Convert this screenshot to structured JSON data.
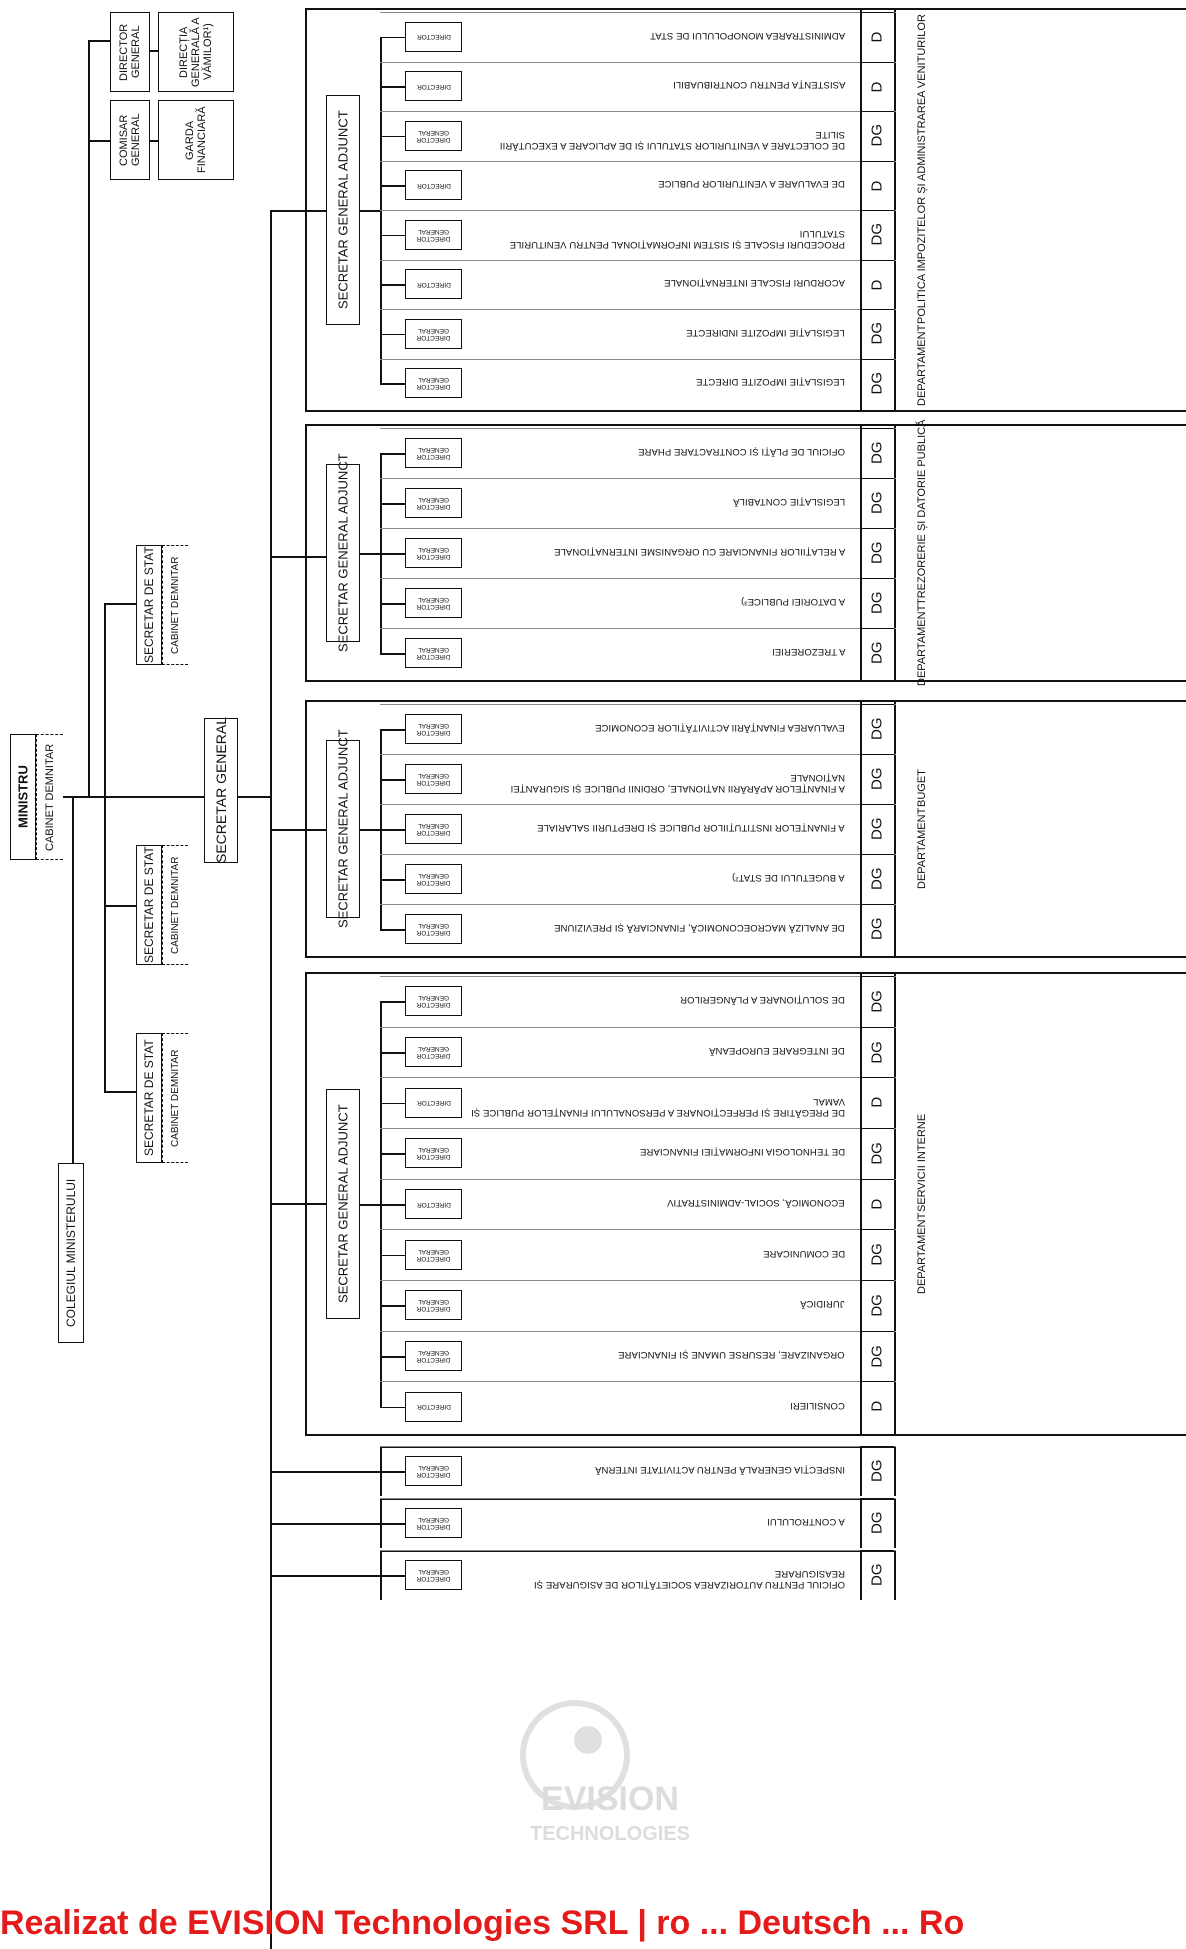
{
  "top": {
    "minister": "MINISTRU",
    "minister_cabinet": "CABINET DEMNITAR",
    "college": "COLEGIUL MINISTERULUI",
    "secretary_general": "SECRETAR GENERAL",
    "state_secretary": "SECRETAR DE STAT",
    "state_secretary_cabinet": "CABINET DEMNITAR",
    "commissioner_general": "COMISAR GENERAL",
    "financial_guard": "GARDA FINANCIARĂ",
    "director_general": "DIRECTOR GENERAL",
    "customs": "DIRECȚIA GENERALĂ A VĂMILOR¹)",
    "deputy_secretary_general": "SECRETAR GENERAL ADJUNCT",
    "department_word": "DEPARTAMENT"
  },
  "director_labels": {
    "D": "DIRECTOR",
    "DG": "DIRECTOR GENERAL"
  },
  "departments": [
    {
      "name": "POLITICA IMPOZITELOR ȘI ADMINISTRAREA VENITURILOR",
      "units": [
        {
          "code": "D",
          "label": "ADMINISTRAREA MONOPOLULUI DE STAT"
        },
        {
          "code": "D",
          "label": "ASISTENȚA PENTRU CONTRIBUABILI"
        },
        {
          "code": "DG",
          "label": "DE COLECTARE A VENITURILOR STATULUI ȘI DE APLICARE A EXECUTĂRII SILITE"
        },
        {
          "code": "D",
          "label": "DE EVALUARE A VENITURILOR PUBLICE"
        },
        {
          "code": "DG",
          "label": "PROCEDURI FISCALE ȘI SISTEM INFORMAȚIONAL PENTRU VENITURILE STATULUI"
        },
        {
          "code": "D",
          "label": "ACORDURI FISCALE INTERNAȚIONALE"
        },
        {
          "code": "DG",
          "label": "LEGISLAȚIE IMPOZITE INDIRECTE"
        },
        {
          "code": "DG",
          "label": "LEGISLAȚIE IMPOZITE DIRECTE"
        }
      ]
    },
    {
      "name": "TREZORERIE ȘI DATORIE PUBLICĂ",
      "units": [
        {
          "code": "DG",
          "label": "OFICIUL DE PLĂȚI ȘI CONTRACTARE PHARE"
        },
        {
          "code": "DG",
          "label": "LEGISLAȚIE CONTABILĂ"
        },
        {
          "code": "DG",
          "label": "A RELAȚIILOR FINANCIARE CU ORGANISME INTERNAȚIONALE"
        },
        {
          "code": "DG",
          "label": "A DATORIEI PUBLICE³)"
        },
        {
          "code": "DG",
          "label": "A TREZORERIEI"
        }
      ]
    },
    {
      "name": "BUGET",
      "units": [
        {
          "code": "DG",
          "label": "EVALUAREA FINANȚĂRII ACTIVITĂȚILOR ECONOMICE"
        },
        {
          "code": "DG",
          "label": "A FINANȚELOR APĂRĂRII NAȚIONALE, ORDINII PUBLICE ȘI SIGURANȚEI NAȚIONALE"
        },
        {
          "code": "DG",
          "label": "A FINANȚELOR INSTITUȚIILOR PUBLICE ȘI DREPTURII SALARIALE"
        },
        {
          "code": "DG",
          "label": "A BUGETULUI DE STAT²)"
        },
        {
          "code": "DG",
          "label": "DE ANALIZĂ MACROECONOMICĂ, FINANCIARĂ ȘI PREVIZIUNE"
        }
      ]
    },
    {
      "name": "SERVICII INTERNE",
      "units": [
        {
          "code": "DG",
          "label": "DE SOLUȚIONARE A PLÂNGERILOR"
        },
        {
          "code": "DG",
          "label": "DE INTEGRARE EUROPEANĂ"
        },
        {
          "code": "D",
          "label": "DE PREGĂTIRE ȘI PERFECȚIONARE A PERSONALULUI FINANȚELOR PUBLICE ȘI VAMAL"
        },
        {
          "code": "DG",
          "label": "DE TEHNOLOGIA INFORMAȚIEI FINANCIARE"
        },
        {
          "code": "D",
          "label": "ECONOMICĂ, SOCIAL-ADMINISTRATIV"
        },
        {
          "code": "DG",
          "label": "DE COMUNICARE"
        },
        {
          "code": "DG",
          "label": "JURIDICĂ"
        },
        {
          "code": "DG",
          "label": "ORGANIZARE, RESURSE UMANE ȘI FINANCIARE"
        },
        {
          "code": "D",
          "label": "CONSILIERI"
        }
      ]
    }
  ],
  "standalone_units": [
    {
      "code": "DG",
      "label": "INSPECȚIA GENERALĂ PENTRU ACTIVITATE INTERNĂ"
    },
    {
      "code": "DG",
      "label": "A CONTROLULUI"
    },
    {
      "code": "DG",
      "label": "OFICIUL PENTRU AUTORIZAREA SOCIETĂȚILOR DE ASIGURARE ȘI REASIGURARE"
    }
  ],
  "watermark": {
    "line1": "EVISION",
    "line2": "TECHNOLOGIES"
  },
  "footer": "Realizat de EVISION Technologies SRL | ro ... Deutsch ... Ro"
}
